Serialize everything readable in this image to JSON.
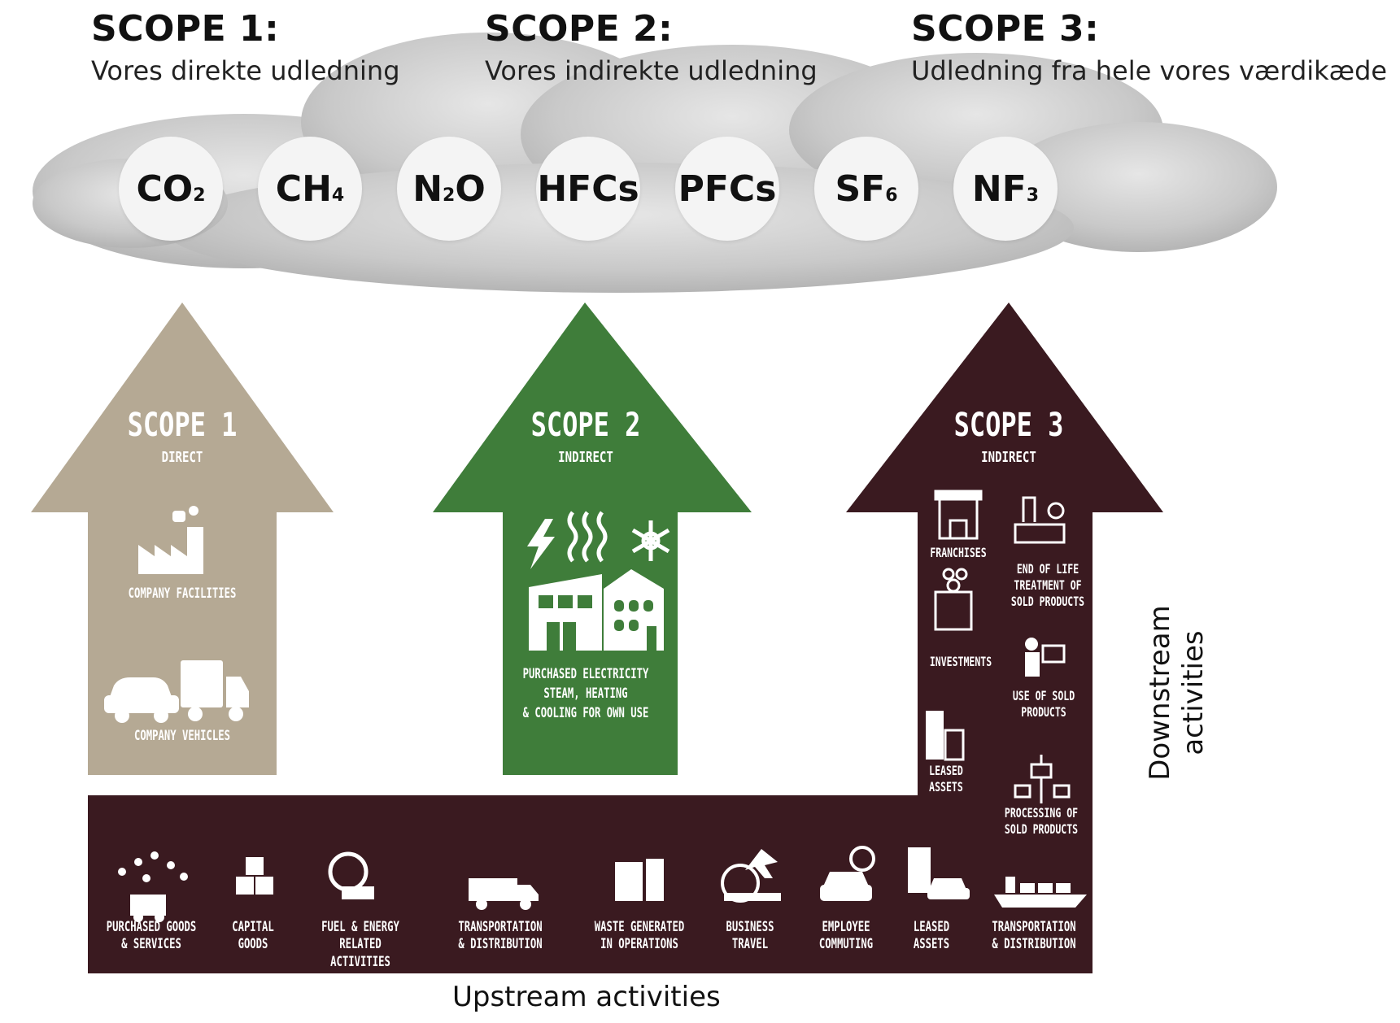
{
  "header": {
    "scopes": [
      {
        "title": "SCOPE 1:",
        "subtitle": "Vores direkte udledning"
      },
      {
        "title": "SCOPE 2:",
        "subtitle": "Vores indirekte udledning"
      },
      {
        "title": "SCOPE 3:",
        "subtitle": "Udledning fra hele vores værdikæde"
      }
    ]
  },
  "gases": [
    {
      "base": "CO",
      "sub": "2",
      "suffix": ""
    },
    {
      "base": "CH",
      "sub": "4",
      "suffix": ""
    },
    {
      "base": "N",
      "sub": "2",
      "suffix": "O"
    },
    {
      "base": "HFCs",
      "sub": "",
      "suffix": ""
    },
    {
      "base": "PFCs",
      "sub": "",
      "suffix": ""
    },
    {
      "base": "SF",
      "sub": "6",
      "suffix": ""
    },
    {
      "base": "NF",
      "sub": "3",
      "suffix": ""
    }
  ],
  "arrows": {
    "scope1": {
      "title": "SCOPE 1",
      "subtitle": "DIRECT",
      "labels": [
        "COMPANY FACILITIES",
        "COMPANY VEHICLES"
      ],
      "color": "#b5a994"
    },
    "scope2": {
      "title": "SCOPE 2",
      "subtitle": "INDIRECT",
      "label": "PURCHASED ELECTRICITY\nSTEAM, HEATING\n& COOLING FOR OWN USE",
      "color": "#3f7d3a"
    },
    "scope3": {
      "title": "SCOPE 3",
      "subtitle": "INDIRECT",
      "color": "#3a1a20",
      "downstream": [
        "FRANCHISES",
        "END OF LIFE\nTREATMENT OF\nSOLD PRODUCTS",
        "INVESTMENTS",
        "USE OF SOLD\nPRODUCTS",
        "LEASED\nASSETS",
        "PROCESSING OF\nSOLD PRODUCTS"
      ]
    }
  },
  "upstream": [
    "PURCHASED GOODS\n& SERVICES",
    "CAPITAL\nGOODS",
    "FUEL & ENERGY\nRELATED ACTIVITIES",
    "TRANSPORTATION\n& DISTRIBUTION",
    "WASTE GENERATED\nIN OPERATIONS",
    "BUSINESS\nTRAVEL",
    "EMPLOYEE\nCOMMUTING",
    "LEASED\nASSETS",
    "TRANSPORTATION\n& DISTRIBUTION"
  ],
  "axes": {
    "upstream": "Upstream activities",
    "downstream": "Downstream\nactivities"
  }
}
